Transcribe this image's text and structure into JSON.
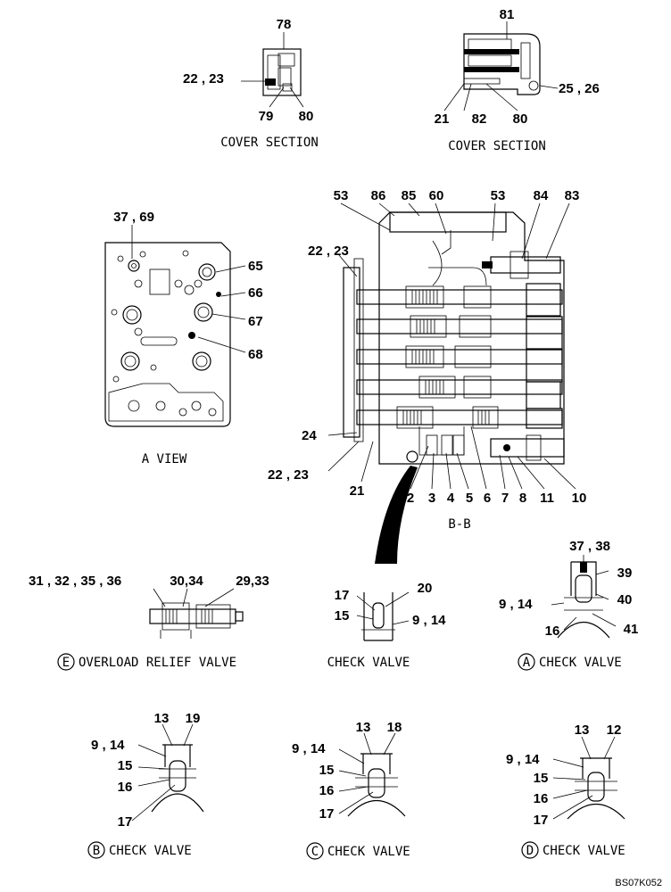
{
  "cover_left": {
    "caption": "COVER SECTION",
    "labels": [
      "78",
      "22 , 23",
      "79",
      "80"
    ]
  },
  "cover_right": {
    "caption": "COVER SECTION",
    "labels": [
      "81",
      "25 , 26",
      "21",
      "82",
      "80"
    ]
  },
  "a_view": {
    "caption": "A VIEW",
    "labels": [
      "37 , 69",
      "65",
      "66",
      "67",
      "68"
    ]
  },
  "bb_section": {
    "caption": "B-B",
    "top_labels": [
      "53",
      "86",
      "85",
      "60",
      "53",
      "84",
      "83"
    ],
    "left_labels": [
      "22 , 23",
      "24",
      "22 , 23",
      "21"
    ],
    "bottom_labels": [
      "2",
      "3",
      "4",
      "5",
      "6",
      "7",
      "8",
      "11",
      "10"
    ]
  },
  "overload": {
    "letter": "E",
    "caption": "OVERLOAD RELIEF VALVE",
    "labels": [
      "31 , 32 , 35 , 36",
      "30,34",
      "29,33"
    ]
  },
  "check_plain": {
    "caption": "CHECK VALVE",
    "labels": [
      "17",
      "20",
      "15",
      "9 , 14"
    ]
  },
  "check_a": {
    "letter": "A",
    "caption": "CHECK VALVE",
    "labels": [
      "37 , 38",
      "39",
      "9 , 14",
      "40",
      "16",
      "41"
    ]
  },
  "check_b": {
    "letter": "B",
    "caption": "CHECK VALVE",
    "labels": [
      "13",
      "19",
      "9 , 14",
      "15",
      "16",
      "17"
    ]
  },
  "check_c": {
    "letter": "C",
    "caption": "CHECK VALVE",
    "labels": [
      "13",
      "18",
      "9 , 14",
      "15",
      "16",
      "17"
    ]
  },
  "check_d": {
    "letter": "D",
    "caption": "CHECK VALVE",
    "labels": [
      "13",
      "12",
      "9 , 14",
      "15",
      "16",
      "17"
    ]
  },
  "drawing_code": "BS07K052"
}
